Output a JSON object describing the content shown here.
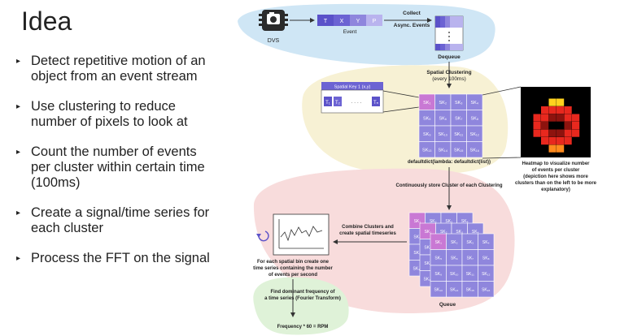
{
  "title": "Idea",
  "bullets": [
    "Detect repetitive motion of an object from an event stream",
    "Use clustering to reduce number of pixels to look at",
    "Count the number of events per cluster within certain time (100ms)",
    "Create a signal/time series for each cluster",
    "Process the FFT on the signal"
  ],
  "bullet_lines": [
    [
      "Detect repetitive motion of an",
      "object from an event stream"
    ],
    [
      "Use clustering to reduce",
      "number of pixels to look at"
    ],
    [
      "Count the number of events",
      "per cluster within certain time",
      "(100ms)"
    ],
    [
      "Create a signal/time series for",
      "each cluster"
    ],
    [
      "Process the FFT on the signal"
    ]
  ],
  "diagram": {
    "dvs_label": "DVS",
    "event_cells": [
      "T",
      "X",
      "Y",
      "P"
    ],
    "event_label": "Event",
    "collect_label": [
      "Collect",
      "Async. Events"
    ],
    "dequeue_label": "Dequeue",
    "spatial_clustering_label": [
      "Spatial Clustering",
      "(every 100ms)"
    ],
    "spatial_key_label": "Spatial Key 1 (x,y)",
    "time_cells": [
      "T₁",
      "T₂",
      "· · · ·",
      "Tₙ"
    ],
    "grid_labels": [
      "SK₁",
      "SK₂",
      "SK₃",
      "SK₄",
      "SK₅",
      "SK₆",
      "SK₇",
      "SK₈",
      "SK₉",
      "SK₁₀",
      "SK₁₁",
      "SK₁₂",
      "SK₁₃",
      "SK₁₄",
      "SK₁₅",
      "SK₁₆"
    ],
    "defaultdict_label": "defaultdict(lambda: defaultdict(list))",
    "heatmap_caption": [
      "Heatmap to visualize number",
      "of events per cluster",
      "(depiction here shows more",
      "clusters than on the left to be more",
      "explanatory)"
    ],
    "continuously_label": "Continuously store Cluster of each Clustering",
    "combine_label": [
      "Combine Clusters and",
      "create spatial timeseries"
    ],
    "spatial_bin_label": [
      "For each spatial bin create one",
      "time series containing the number",
      "of events per second"
    ],
    "queue_label": "Queue",
    "dominant_label": [
      "Find dominant frequency of",
      "a time series (Fourier Transform)"
    ],
    "frequency_label": "Frequency * 60 = RPM"
  },
  "colors": {
    "blue_region": "#cfe6f5",
    "yellow_region": "#f7f1d4",
    "red_region": "#f8dcdc",
    "green_region": "#dff2d8",
    "purple_dark": "#5b52c9",
    "purple_cell": "#8f86dd",
    "purple_light": "#b9b3ee",
    "magenta_cell": "#c978d4",
    "heat_red": "#e8281e",
    "heat_dark_red": "#8e130e",
    "heat_orange": "#ff8a1e",
    "heat_yellow": "#ffd21e"
  }
}
